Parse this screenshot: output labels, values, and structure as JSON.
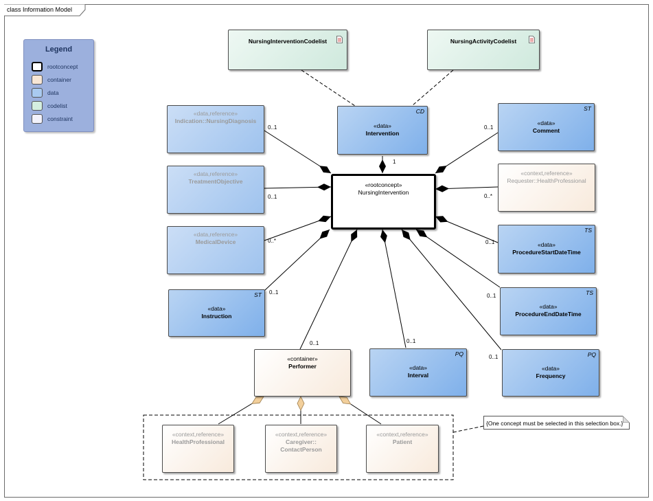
{
  "frame": {
    "title": "class Information Model"
  },
  "legend": {
    "title": "Legend",
    "items": [
      {
        "label": "rootconcept",
        "color": "#ffffff"
      },
      {
        "label": "container",
        "color": "#f7e6d5"
      },
      {
        "label": "data",
        "color": "#a9caf0"
      },
      {
        "label": "codelist",
        "color": "#d4eee0"
      },
      {
        "label": "constraint",
        "color": "#f2f2fb"
      }
    ]
  },
  "codelists": {
    "intervention": {
      "name": "NursingInterventionCodelist",
      "icon": "document-icon"
    },
    "activity": {
      "name": "NursingActivityCodelist",
      "icon": "document-icon"
    }
  },
  "root": {
    "stereotype": "«rootconcept»",
    "name": "NursingIntervention"
  },
  "boxes": {
    "intervention": {
      "stereotype": "«data»",
      "name": "Intervention",
      "type": "CD"
    },
    "comment": {
      "stereotype": "«data»",
      "name": "Comment",
      "type": "ST"
    },
    "requester": {
      "stereotype": "«context,reference»",
      "name": "Requester::HealthProfessional"
    },
    "procedure_start": {
      "stereotype": "«data»",
      "name": "ProcedureStartDateTime",
      "type": "TS"
    },
    "procedure_end": {
      "stereotype": "«data»",
      "name": "ProcedureEndDateTime",
      "type": "TS"
    },
    "frequency": {
      "stereotype": "«data»",
      "name": "Frequency",
      "type": "PQ"
    },
    "interval": {
      "stereotype": "«data»",
      "name": "Interval",
      "type": "PQ"
    },
    "performer": {
      "stereotype": "«container»",
      "name": "Performer"
    },
    "instruction": {
      "stereotype": "«data»",
      "name": "Instruction",
      "type": "ST"
    },
    "medical_device": {
      "stereotype": "«data,reference»",
      "name": "MedicalDevice"
    },
    "treatment_objective": {
      "stereotype": "«data,reference»",
      "name": "TreatmentObjective"
    },
    "indication": {
      "stereotype": "«data,reference»",
      "name": "Indication::NursingDiagnosis"
    },
    "health_professional": {
      "stereotype": "«context,reference»",
      "name": "HealthProfessional"
    },
    "caregiver": {
      "stereotype": "«context,reference»",
      "name": "Caregiver::",
      "name2": "ContactPerson"
    },
    "patient": {
      "stereotype": "«context,reference»",
      "name": "Patient"
    }
  },
  "multiplicities": {
    "intervention": "1",
    "comment": "0..1",
    "requester": "0..*",
    "procedure_start": "0..1",
    "procedure_end": "0..1",
    "frequency": "0..1",
    "interval": "0..1",
    "performer": "0..1",
    "instruction": "0..1",
    "medical_device": "0..*",
    "treatment_objective": "0..1",
    "indication": "0..1"
  },
  "note": {
    "text": "{One concept must be selected in this selection box.}"
  }
}
